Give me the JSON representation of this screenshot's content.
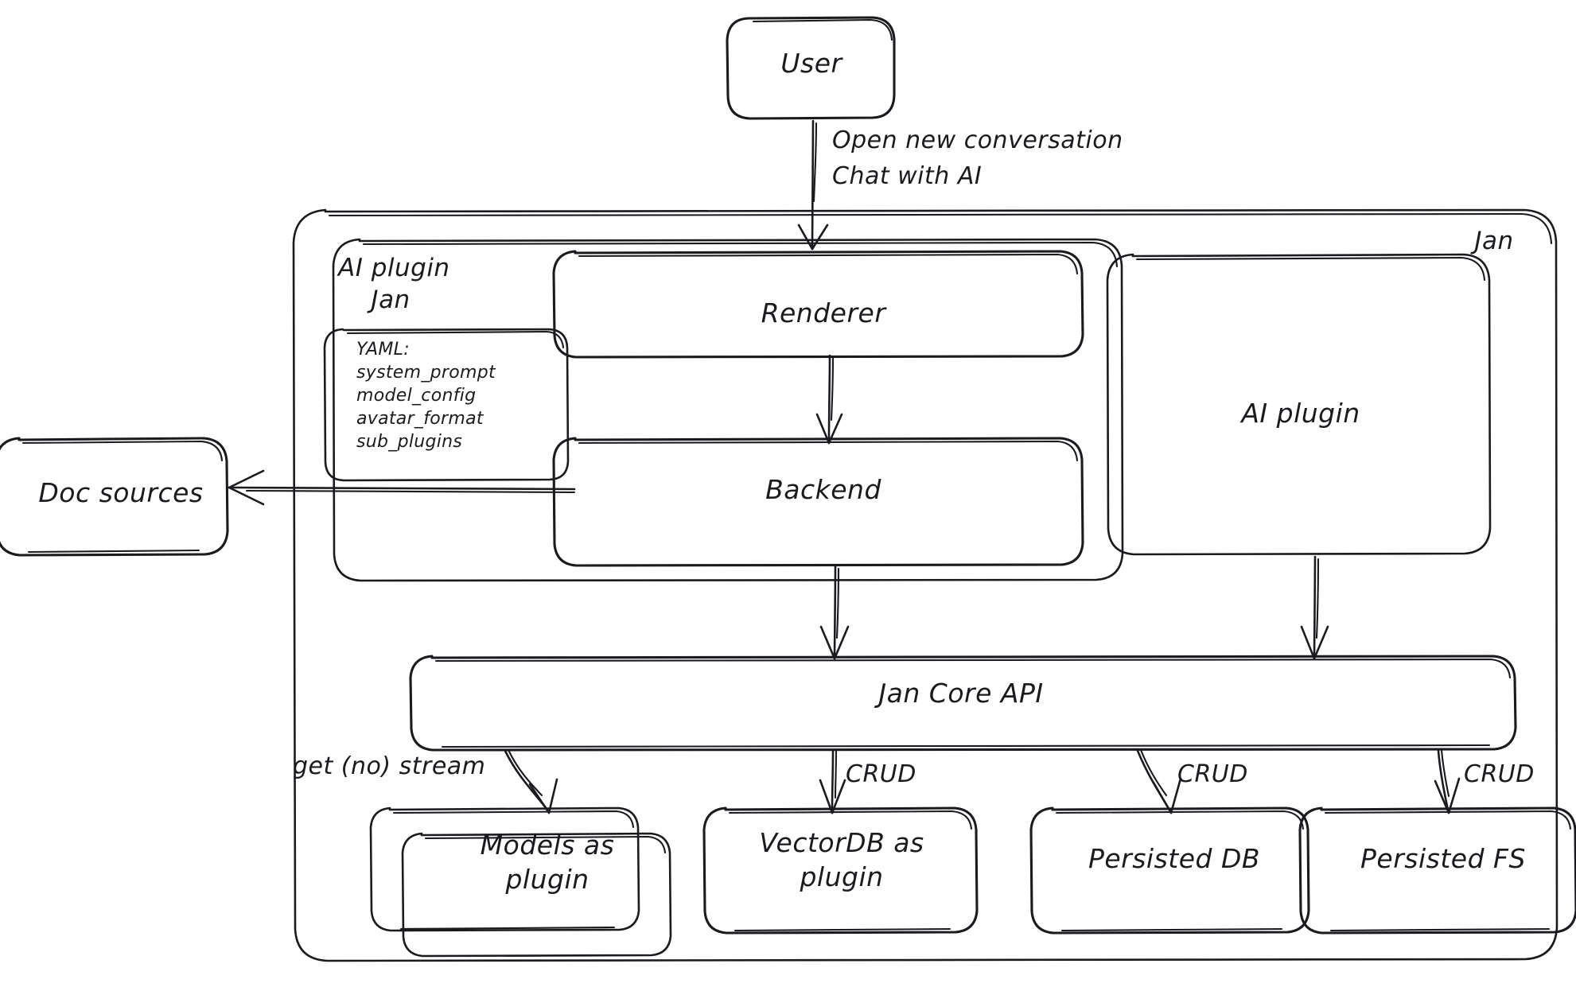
{
  "diagram": {
    "title": "Jan architecture diagram",
    "style": "hand-drawn sketch (excalidraw)",
    "background_color": "#ffffff",
    "stroke_color": "#1b1b1f"
  },
  "nodes": {
    "user": {
      "label": "User"
    },
    "jan_container": {
      "label": "Jan"
    },
    "ai_plugin_group": {
      "label": "AI plugin"
    },
    "yaml_card": {
      "lines": [
        "YAML:",
        "system_prompt",
        "model_config",
        "avatar_format",
        "sub_plugins"
      ],
      "text": "YAML:\nsystem_prompt\nmodel_config\navatar_format\nsub_plugins"
    },
    "renderer": {
      "label": "Renderer"
    },
    "backend": {
      "label": "Backend"
    },
    "ai_plugin_box": {
      "label": "AI plugin"
    },
    "doc_sources": {
      "label": "Doc sources"
    },
    "jan_core_api": {
      "label": "Jan Core API"
    },
    "models_as_plugin": {
      "label": "Models as\nplugin"
    },
    "vectordb_as_plugin": {
      "label": "VectorDB as\nplugin"
    },
    "persisted_db": {
      "label": "Persisted DB"
    },
    "persisted_fs": {
      "label": "Persisted FS"
    }
  },
  "edges": [
    {
      "id": "user-to-renderer",
      "from": "User",
      "to": "Renderer",
      "label": "Open new conversation\nChat with AI"
    },
    {
      "id": "renderer-to-backend",
      "from": "Renderer",
      "to": "Backend",
      "label": ""
    },
    {
      "id": "backend-to-doc-sources",
      "from": "Backend",
      "to": "Doc sources",
      "label": ""
    },
    {
      "id": "backend-to-core-api",
      "from": "Backend",
      "to": "Jan Core API",
      "label": ""
    },
    {
      "id": "ai-plugin-to-core-api",
      "from": "AI plugin",
      "to": "Jan Core API",
      "label": ""
    },
    {
      "id": "core-api-to-models",
      "from": "Jan Core API",
      "to": "Models as plugin",
      "label": "get (no) stream"
    },
    {
      "id": "core-api-to-vectordb",
      "from": "Jan Core API",
      "to": "VectorDB as plugin",
      "label": "CRUD"
    },
    {
      "id": "core-api-to-persisted-db",
      "from": "Jan Core API",
      "to": "Persisted DB",
      "label": "CRUD"
    },
    {
      "id": "core-api-to-persisted-fs",
      "from": "Jan Core API",
      "to": "Persisted FS",
      "label": "CRUD"
    }
  ],
  "edge_labels": {
    "user_flow_line1": "Open new conversation",
    "user_flow_line2": "Chat with AI",
    "get_no_stream": "get (no) stream",
    "crud_vectordb": "CRUD",
    "crud_persisted_db": "CRUD",
    "crud_persisted_fs": "CRUD"
  }
}
